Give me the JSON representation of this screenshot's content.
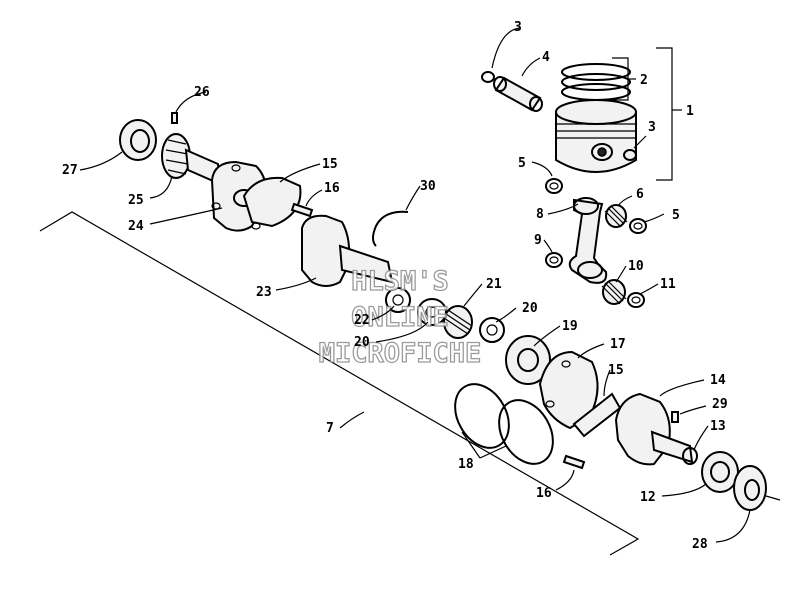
{
  "watermark": {
    "line1": "HLSM'S",
    "line2": "ONLINE",
    "line3": "MICROFICHE"
  },
  "callouts": [
    {
      "id": "c1",
      "label": "1"
    },
    {
      "id": "c2",
      "label": "2"
    },
    {
      "id": "c3a",
      "label": "3"
    },
    {
      "id": "c3b",
      "label": "3"
    },
    {
      "id": "c4",
      "label": "4"
    },
    {
      "id": "c5a",
      "label": "5"
    },
    {
      "id": "c5b",
      "label": "5"
    },
    {
      "id": "c6",
      "label": "6"
    },
    {
      "id": "c7",
      "label": "7"
    },
    {
      "id": "c8",
      "label": "8"
    },
    {
      "id": "c9",
      "label": "9"
    },
    {
      "id": "c10",
      "label": "10"
    },
    {
      "id": "c11",
      "label": "11"
    },
    {
      "id": "c12",
      "label": "12"
    },
    {
      "id": "c13",
      "label": "13"
    },
    {
      "id": "c14",
      "label": "14"
    },
    {
      "id": "c15a",
      "label": "15"
    },
    {
      "id": "c15b",
      "label": "15"
    },
    {
      "id": "c16a",
      "label": "16"
    },
    {
      "id": "c16b",
      "label": "16"
    },
    {
      "id": "c17",
      "label": "17"
    },
    {
      "id": "c18",
      "label": "18"
    },
    {
      "id": "c19",
      "label": "19"
    },
    {
      "id": "c20a",
      "label": "20"
    },
    {
      "id": "c20b",
      "label": "20"
    },
    {
      "id": "c21",
      "label": "21"
    },
    {
      "id": "c22",
      "label": "22"
    },
    {
      "id": "c23",
      "label": "23"
    },
    {
      "id": "c24",
      "label": "24"
    },
    {
      "id": "c25",
      "label": "25"
    },
    {
      "id": "c26",
      "label": "26"
    },
    {
      "id": "c27",
      "label": "27"
    },
    {
      "id": "c28",
      "label": "28"
    },
    {
      "id": "c29",
      "label": "29"
    },
    {
      "id": "c30",
      "label": "30"
    }
  ]
}
